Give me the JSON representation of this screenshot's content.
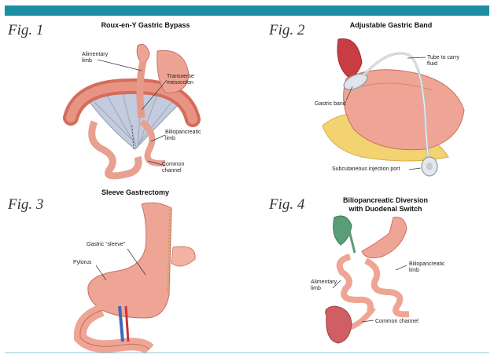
{
  "panels": [
    {
      "fig": "Fig. 1",
      "title": "Roux-en-Y Gastric Bypass",
      "labels": {
        "alimentary_limb": "Alimentary limb",
        "transverse_mesocolon": "Transverse mesocolon",
        "biliopancreatic_limb": "Biliopancreatic limb",
        "common_channel": "Common channel"
      }
    },
    {
      "fig": "Fig. 2",
      "title": "Adjustable Gastric Band",
      "labels": {
        "tube": "Tube to carry fluid",
        "gastric_band": "Gastric band",
        "injection_port": "Subcutaneous injection port"
      }
    },
    {
      "fig": "Fig. 3",
      "title": "Sleeve Gastrectomy",
      "labels": {
        "gastric_sleeve": "Gastric “sleeve”",
        "pylorus": "Pylorus"
      }
    },
    {
      "fig": "Fig. 4",
      "title_line1": "Biliopancreatic Diversion",
      "title_line2": "with Duodenal Switch",
      "labels": {
        "biliopancreatic_limb": "Biliopancreatic limb",
        "alimentary_limb": "Alimentary limb",
        "common_channel": "Common channel"
      }
    }
  ],
  "colors": {
    "header_bar": "#1b8ea3",
    "tissue": "#f0a89a",
    "tissue_dark": "#d9786a",
    "colon": "#e07a6a",
    "mesentery": "#b9c3d6",
    "fat": "#f5d57a",
    "band": "#d6dde3",
    "gallbladder": "#5aa07a"
  }
}
